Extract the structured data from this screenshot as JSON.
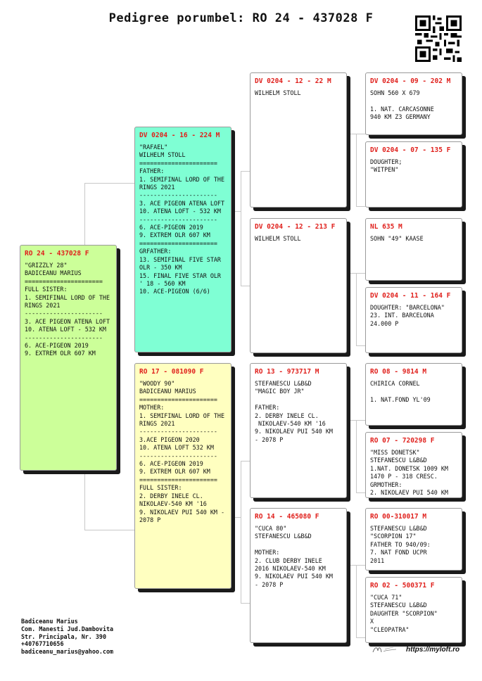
{
  "title": "Pedigree porumbel: RO 24 - 437028 F",
  "icons": {
    "qr": "qr-code-icon",
    "logo": "myloft-logo-icon"
  },
  "colors": {
    "subject": "#ccff99",
    "sire": "#7fffd4",
    "dam": "#ffffc0",
    "ring": "#e0201c"
  },
  "cards": {
    "subject": {
      "ring": "RO 24 - 437028 F",
      "text": "\"GRIZZLY 28\"\nBADICEANU MARIUS\n======================\nFULL SISTER:\n1. SEMIFINAL LORD OF THE RINGS 2021\n----------------------\n3. ACE PIGEON ATENA LOFT\n10. ATENA LOFT - 532 KM\n----------------------\n6. ACE-PIGEON 2019\n9. EXTREM OLR 607 KM"
    },
    "sire": {
      "ring": "DV 0204 - 16 - 224 M",
      "text": "\"RAFAEL\"\nWILHELM STOLL\n======================\nFATHER:\n1. SEMIFINAL LORD OF THE RINGS 2021\n----------------------\n3. ACE PIGEON ATENA LOFT\n10. ATENA LOFT - 532 KM\n----------------------\n6. ACE-PIGEON 2019\n9. EXTREM OLR 607 KM\n======================\nGRFATHER:\n13. SEMIFINAL FIVE STAR OLR - 350 KM\n15. FINAL FIVE STAR OLR ' 18 - 560 KM\n10. ACE-PIGEON (6/6)"
    },
    "dam": {
      "ring": "RO 17 - 081090 F",
      "text": "\"WOODY 90\"\nBADICEANU MARIUS\n======================\nMOTHER:\n1. SEMIFINAL LORD OF THE RINGS 2021\n----------------------\n3.ACE PIGEON 2020\n10. ATENA LOFT 532 KM\n----------------------\n6. ACE-PIGEON 2019\n9. EXTREM OLR 607 KM\n======================\nFULL SISTER:\n2. DERBY INELE CL. NIKOLAEV-540 KM '16\n9. NIKOLAEV PUI 540 KM - 2078 P"
    },
    "ss": {
      "ring": "DV 0204 - 12 - 22 M",
      "text": "WILHELM STOLL"
    },
    "sd": {
      "ring": "DV 0204 - 12 - 213 F",
      "text": "WILHELM STOLL"
    },
    "ds": {
      "ring": "RO 13 - 973717 M",
      "text": "STEFANESCU L&B&D\n\"MAGIC BOY JR\"\n\nFATHER:\n2. DERBY INELE CL.\n NIKOLAEV-540 KM '16\n9. NIKOLAEV PUI 540 KM\n- 2078 P"
    },
    "dd": {
      "ring": "RO 14 - 465080 F",
      "text": "\"CUCA 80\"\nSTEFANESCU L&B&D\n\nMOTHER:\n2. CLUB DERBY INELE\n2016 NIKOLAEV-540 KM\n9. NIKOLAEV PUI 540 KM\n- 2078 P"
    },
    "sss": {
      "ring": "DV 0204 - 09 - 202 M",
      "text": "SOHN 560 X 679\n\n1. NAT. CARCASONNE\n940 KM Z3 GERMANY"
    },
    "ssd": {
      "ring": "DV 0204 - 07 - 135 F",
      "text": "DOUGHTER;\n\"WITPEN\""
    },
    "sds": {
      "ring": "NL 635 M",
      "text": "SOHN \"49\" KAASE"
    },
    "sdd": {
      "ring": "DV 0204 - 11 - 164 F",
      "text": "DOUGHTER: \"BARCELONA\"\n23. INT. BARCELONA\n24.000 P"
    },
    "dss": {
      "ring": "RO 08 - 9814 M",
      "text": "CHIRICA CORNEL\n\n1. NAT.FOND YL'09"
    },
    "dsd": {
      "ring": "RO 07 - 720298 F",
      "text": "\"MISS DONETSK\"\nSTEFANESCU L&B&D\n1.NAT. DONETSK 1009 KM\n1470 P - 318 CRESC.\nGRMOTHER:\n2. NIKOLAEV PUI 540 KM"
    },
    "dds": {
      "ring": "RO 00-310017 M",
      "text": "STEFANESCU L&B&D\n\"SCORPION 17\"\nFATHER TO 940/09:\n7. NAT FOND UCPR\n2011"
    },
    "ddd": {
      "ring": "RO 02 - 500371 F",
      "text": "\"CUCA 71\"\nSTEFANESCU L&B&D\nDAUGHTER \"SCORPION\"\nX\n\"CLEOPATRA\""
    }
  },
  "footer": {
    "name": "Badiceanu Marius",
    "address1": "Com. Manesti Jud.Dambovita",
    "address2": "Str. Principala, Nr. 390",
    "phone": "+40767710656",
    "email": "badiceanu_marius@yahoo.com"
  },
  "site": "https://myloft.ro"
}
